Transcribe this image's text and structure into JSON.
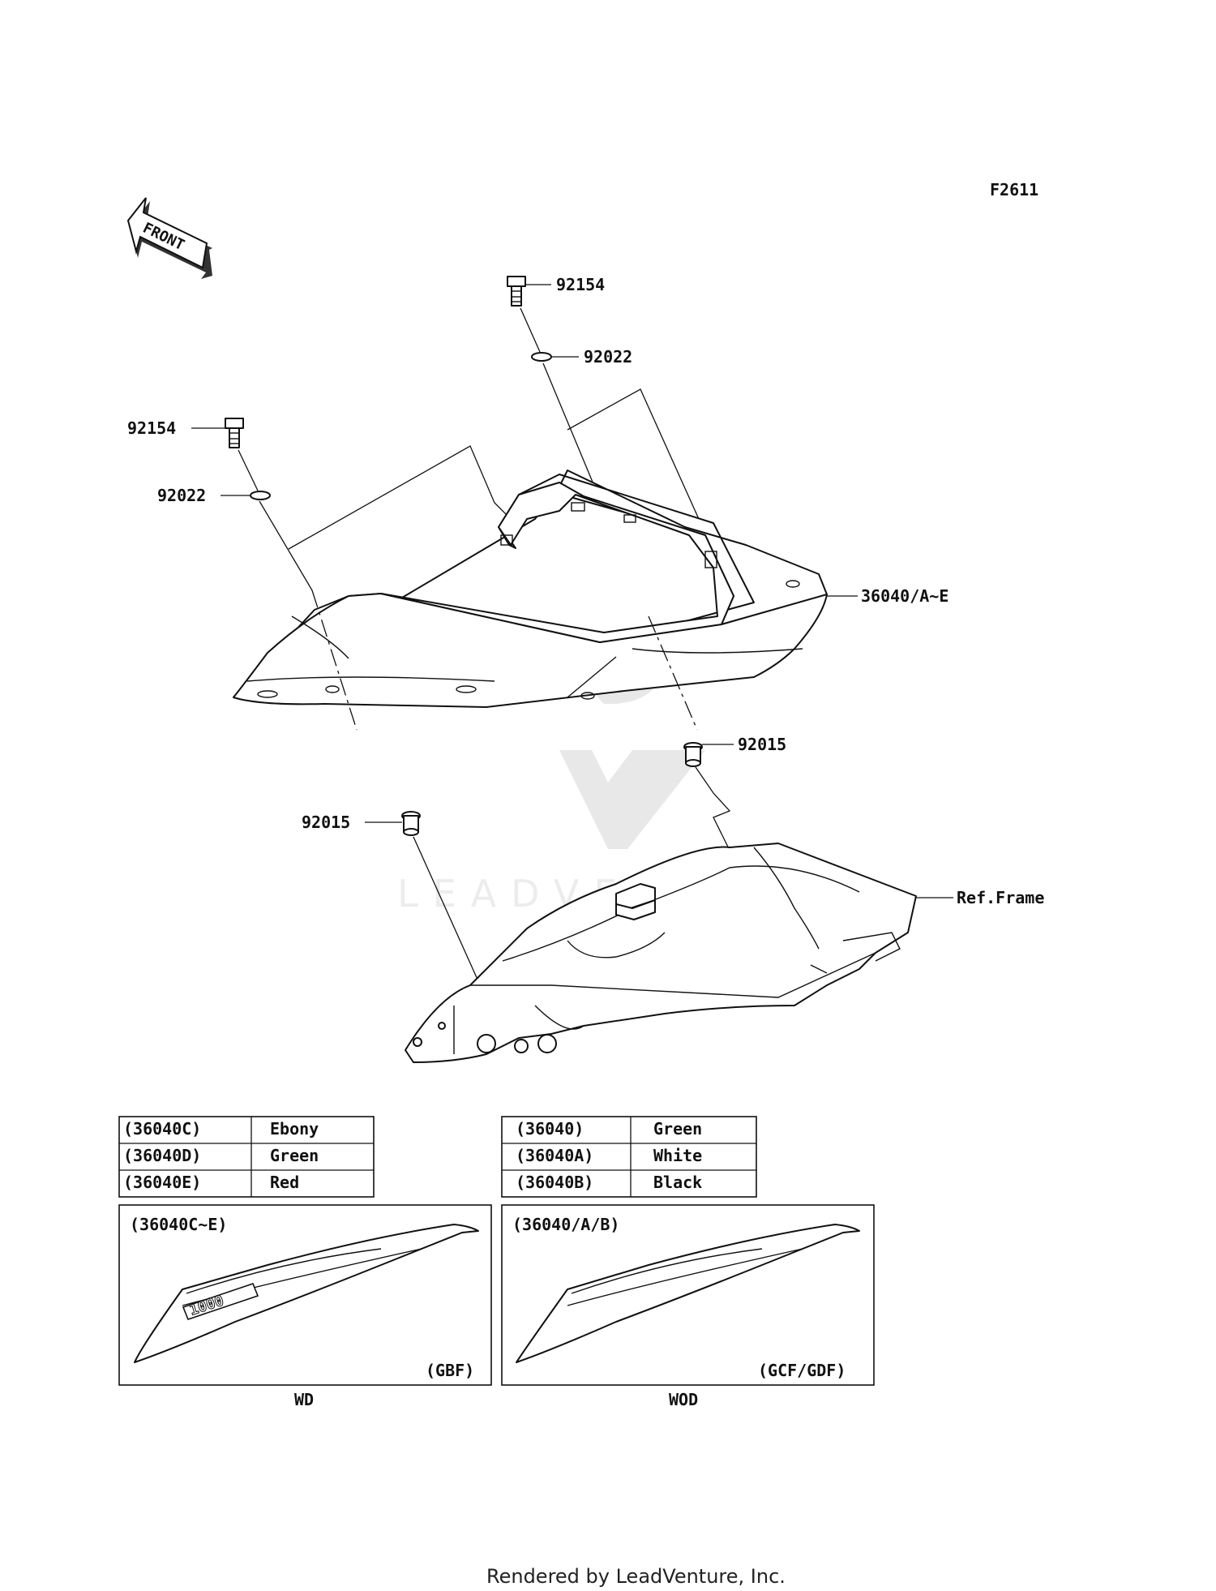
{
  "figure_code": "F2611",
  "front_label": "FRONT",
  "watermark_text": "LEADVENTURE",
  "callouts": {
    "bolt_upper": "92154",
    "washer_upper": "92022",
    "bolt_left": "92154",
    "washer_left": "92022",
    "cover": "36040/A~E",
    "bushing_right": "92015",
    "bushing_left": "92015",
    "frame": "Ref.Frame"
  },
  "color_tables": [
    {
      "rows": [
        {
          "code": "(36040C)",
          "color": "Ebony"
        },
        {
          "code": "(36040D)",
          "color": "Green"
        },
        {
          "code": "(36040E)",
          "color": "Red"
        }
      ]
    },
    {
      "rows": [
        {
          "code": "(36040)",
          "color": "Green"
        },
        {
          "code": "(36040A)",
          "color": "White"
        },
        {
          "code": "(36040B)",
          "color": "Black"
        }
      ]
    }
  ],
  "variants": [
    {
      "parts": "(36040C~E)",
      "model_code": "(GBF)",
      "caption": "WD",
      "decal": "1000"
    },
    {
      "parts": "(36040/A/B)",
      "model_code": "(GCF/GDF)",
      "caption": "WOD"
    }
  ],
  "footer": "Rendered by LeadVenture, Inc."
}
